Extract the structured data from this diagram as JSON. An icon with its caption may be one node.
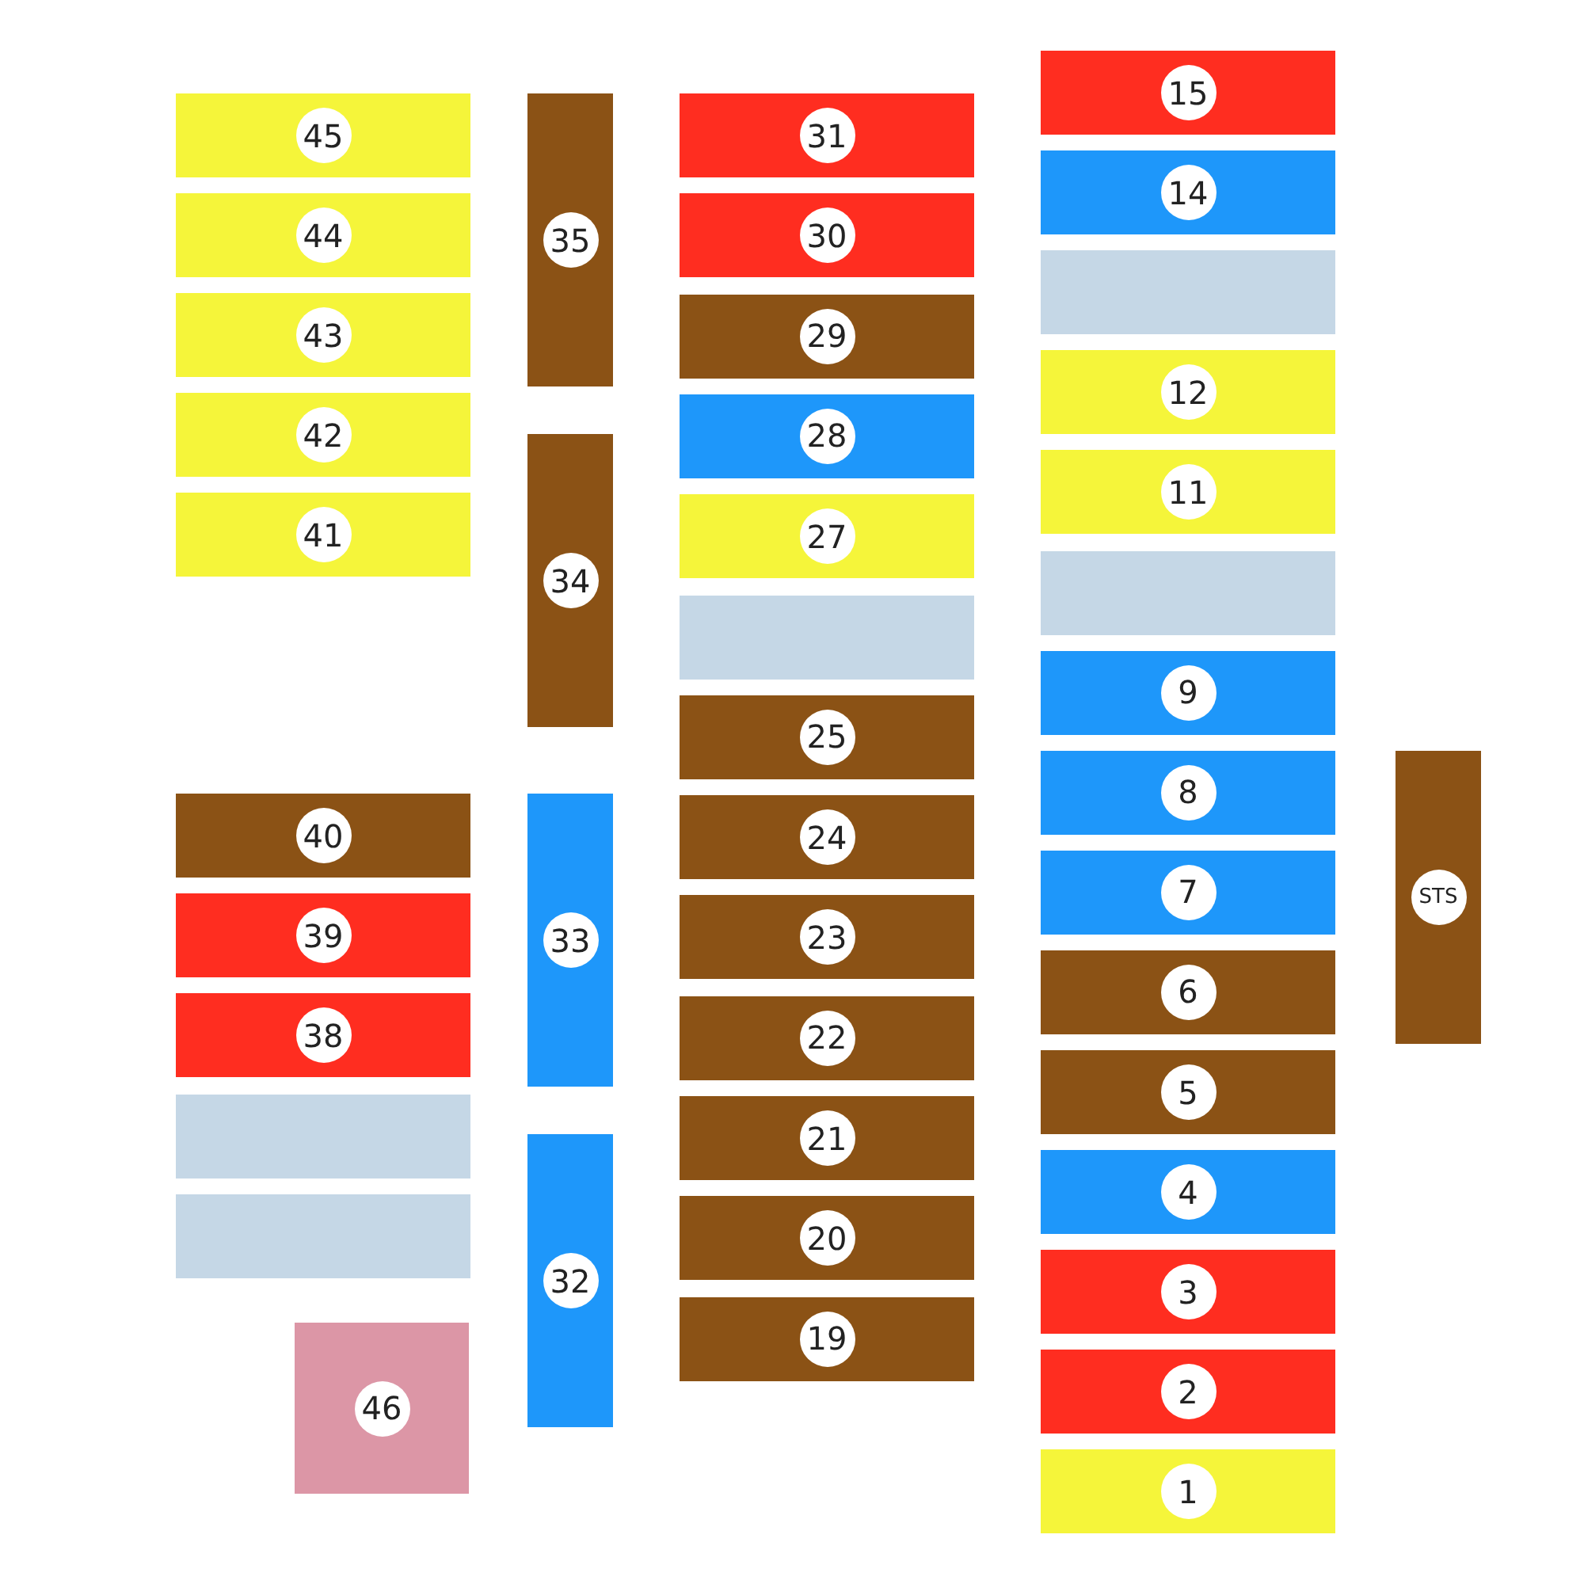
{
  "diagram": {
    "nodes": [
      {
        "text": [
          "45"
        ]
      },
      {
        "text": [
          "44"
        ]
      },
      {
        "text": [
          "43"
        ]
      },
      {
        "text": [
          "42"
        ]
      },
      {
        "text": [
          "41"
        ]
      },
      {
        "text": [
          "40"
        ]
      },
      {
        "text": [
          "39"
        ]
      },
      {
        "text": [
          "38"
        ]
      },
      {
        "text": [],
        "shape": "box"
      },
      {
        "text": [],
        "shape": "box"
      },
      {
        "text": [
          "46"
        ]
      },
      {
        "text": [
          "35"
        ]
      },
      {
        "text": [
          "34"
        ]
      },
      {
        "text": [
          "33"
        ]
      },
      {
        "text": [
          "32"
        ]
      },
      {
        "text": [
          "31"
        ]
      },
      {
        "text": [
          "30"
        ]
      },
      {
        "text": [
          "29"
        ]
      },
      {
        "text": [
          "28"
        ]
      },
      {
        "text": [
          "27"
        ]
      },
      {
        "text": [],
        "shape": "box"
      },
      {
        "text": [
          "25"
        ]
      },
      {
        "text": [
          "24"
        ]
      },
      {
        "text": [
          "23"
        ]
      },
      {
        "text": [
          "22"
        ]
      },
      {
        "text": [
          "21"
        ]
      },
      {
        "text": [
          "20"
        ]
      },
      {
        "text": [
          "19"
        ]
      },
      {
        "text": [
          "15"
        ]
      },
      {
        "text": [
          "14"
        ]
      },
      {
        "text": [],
        "shape": "box"
      },
      {
        "text": [
          "12"
        ]
      },
      {
        "text": [
          "11"
        ]
      },
      {
        "text": [],
        "shape": "box"
      },
      {
        "text": [
          "9"
        ]
      },
      {
        "text": [
          "8"
        ]
      },
      {
        "text": [
          "7"
        ]
      },
      {
        "text": [
          "6"
        ]
      },
      {
        "text": [
          "5"
        ]
      },
      {
        "text": [
          "4"
        ]
      },
      {
        "text": [
          "3"
        ]
      },
      {
        "text": [
          "2"
        ]
      },
      {
        "text": [
          "1"
        ]
      },
      {
        "text": [
          "STS"
        ]
      }
    ]
  }
}
